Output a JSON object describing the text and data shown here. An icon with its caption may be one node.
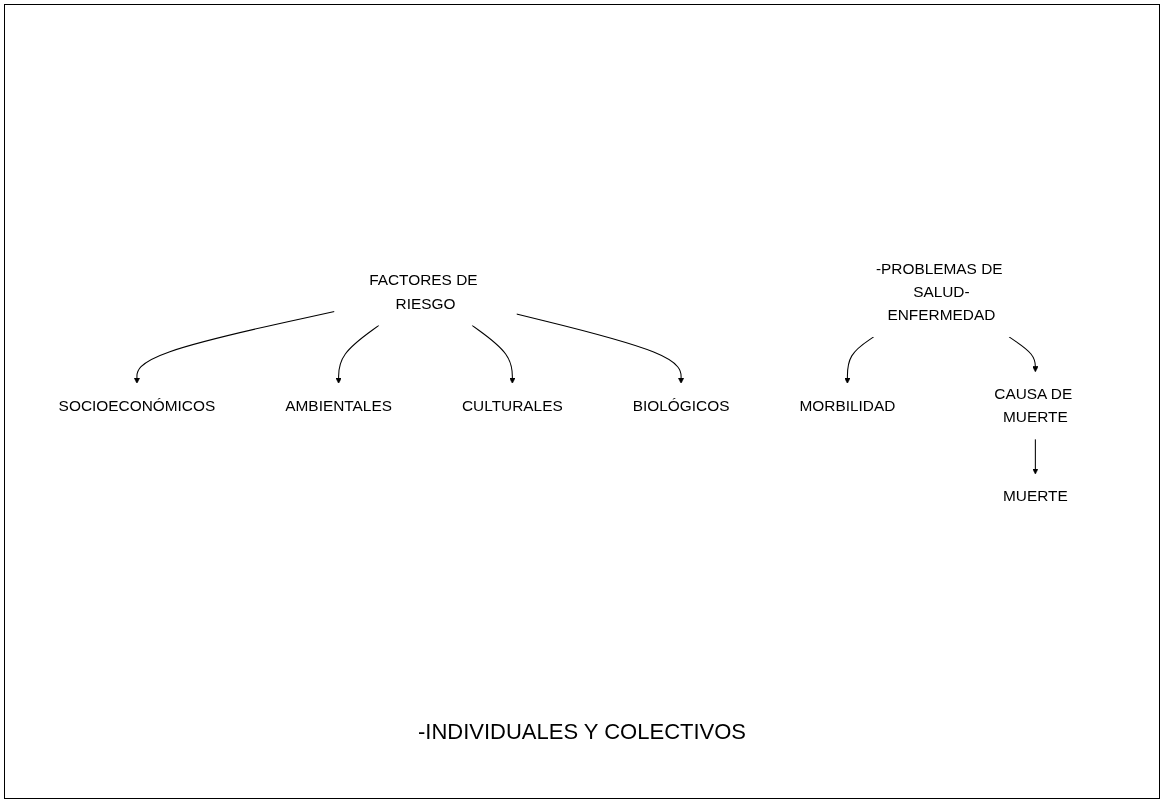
{
  "diagram": {
    "nodes": [
      {
        "text": [
          "FACTORES DE RIESGO"
        ]
      },
      {
        "text": [
          "SOCIOECONÓMICOS"
        ]
      },
      {
        "text": [
          "AMBIENTALES"
        ]
      },
      {
        "text": [
          "CULTURALES"
        ]
      },
      {
        "text": [
          "BIOLÓGICOS"
        ]
      },
      {
        "text": [
          "-PROBLEMAS DE SALUD-ENFERMEDAD"
        ]
      },
      {
        "text": [
          "MORBILIDAD"
        ]
      },
      {
        "text": [
          "CAUSA DE MUERTE"
        ]
      },
      {
        "text": [
          "MUERTE"
        ]
      }
    ],
    "edges": [
      {
        "from": 0,
        "to": 1,
        "arrow": "to"
      },
      {
        "from": 0,
        "to": 4,
        "arrow": "to"
      },
      {
        "from": 0,
        "to": 2,
        "arrow": "to"
      },
      {
        "from": 0,
        "to": 3,
        "arrow": "to"
      },
      {
        "from": 5,
        "to": 6,
        "arrow": "to"
      },
      {
        "from": 5,
        "to": 7,
        "arrow": "to"
      },
      {
        "from": 7,
        "to": 8,
        "arrow": "to"
      }
    ],
    "labels": [
      "-INDIVIDUALES Y COLECTIVOS"
    ]
  }
}
